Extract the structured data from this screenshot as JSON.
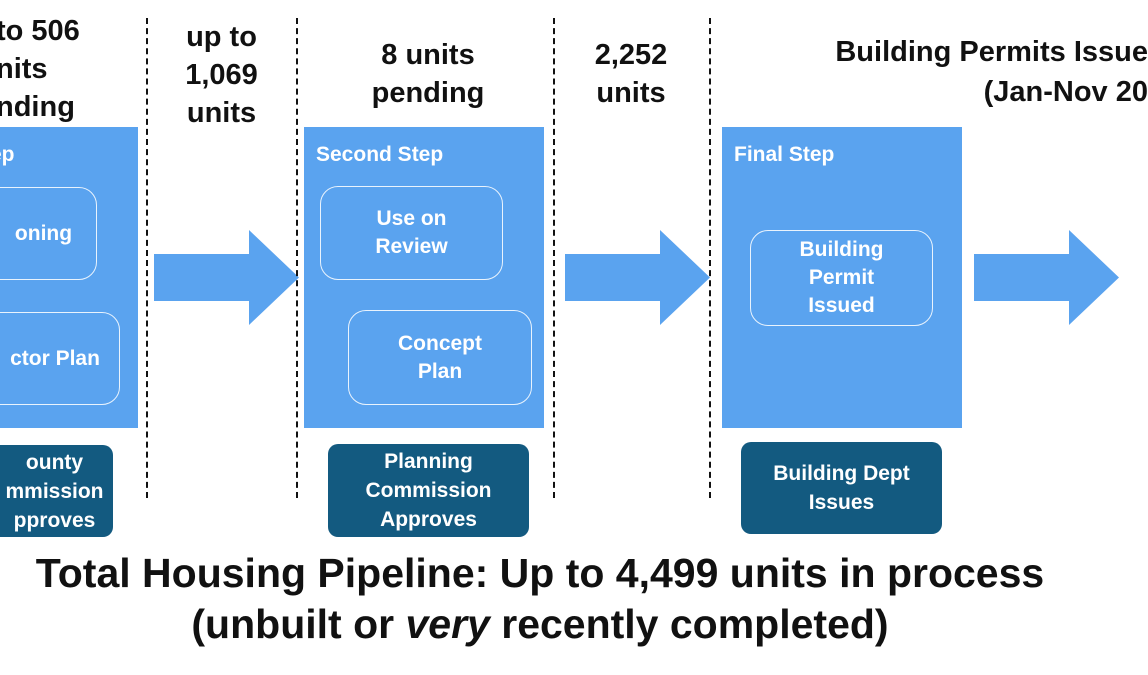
{
  "columns": {
    "first_count": "to 506\nnits\nnding",
    "gap1_count": "up to\n1,069\nunits",
    "second_count": "8 units\npending",
    "gap2_count": "2,252\nunits",
    "permits_count": "Building Permits Issue\n(Jan-Nov 20"
  },
  "steps": {
    "first": {
      "title": "ep",
      "nodes": [
        "oning",
        "ctor Plan"
      ],
      "approver": "ounty\nmmission\npproves"
    },
    "second": {
      "title": "Second Step",
      "nodes": [
        "Use on\nReview",
        "Concept\nPlan"
      ],
      "approver": "Planning\nCommission\nApproves"
    },
    "final": {
      "title": "Final Step",
      "nodes": [
        "Building\nPermit\nIssued"
      ],
      "approver": "Building Dept\nIssues"
    }
  },
  "footer": {
    "line1": "Total Housing Pipeline: Up to 4,499 units in process",
    "line2_prefix": "(unbuilt or ",
    "line2_emphasis": "very",
    "line2_suffix": " recently completed)"
  },
  "colors": {
    "step_panel": "#5aa3ef",
    "approver_box": "#135a80",
    "arrow": "#5aa3ef",
    "text": "#111111"
  },
  "icons": [
    "right-arrow-icon"
  ]
}
